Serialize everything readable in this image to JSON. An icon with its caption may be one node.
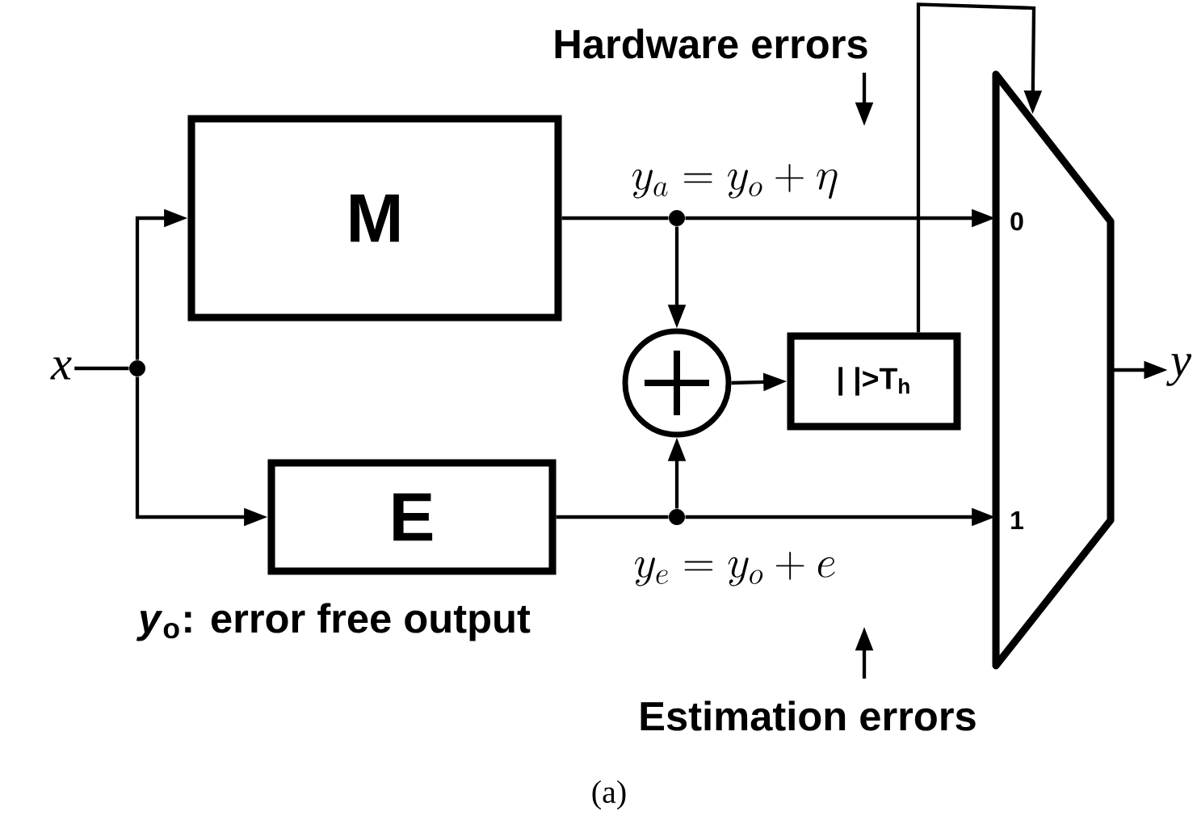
{
  "diagram": {
    "caption": "(a)",
    "nodes": [
      {
        "text": [
          "x"
        ]
      },
      {
        "text": [],
        "shape": "dot"
      },
      {
        "text": [
          "M"
        ]
      },
      {
        "text": [
          "E"
        ]
      },
      {
        "text": [],
        "shape": "dot"
      },
      {
        "text": [],
        "shape": "circle"
      },
      {
        "text": [],
        "shape": "dot"
      },
      {
        "text": [
          "| |>T$_{h}$"
        ]
      },
      {
        "text": [
          "0",
          "1"
        ]
      },
      {
        "text": [
          "y"
        ]
      }
    ],
    "edges": [
      {
        "from": 0,
        "to": 1,
        "arrow": "none"
      },
      {
        "from": 1,
        "to": 2,
        "arrow": "to"
      },
      {
        "from": 1,
        "to": 3,
        "arrow": "to"
      },
      {
        "from": 2,
        "to": 4,
        "arrow": "none"
      },
      {
        "from": 4,
        "to": 8,
        "arrow": "to"
      },
      {
        "from": 4,
        "to": 5,
        "arrow": "to"
      },
      {
        "from": 3,
        "to": 6,
        "arrow": "none"
      },
      {
        "from": 6,
        "to": 8,
        "arrow": "to"
      },
      {
        "from": 6,
        "to": 5,
        "arrow": "to"
      },
      {
        "from": 5,
        "to": 7,
        "arrow": "to"
      },
      {
        "from": 7,
        "to": 8,
        "arrow": "to"
      },
      {
        "from": 8,
        "to": 9,
        "arrow": "to"
      }
    ],
    "labels": [
      "Hardware errors",
      "y_a = y_o + \\eta",
      "y_e = y_o + e",
      "*y*$_{o}$: error free output",
      "Estimation errors"
    ]
  }
}
